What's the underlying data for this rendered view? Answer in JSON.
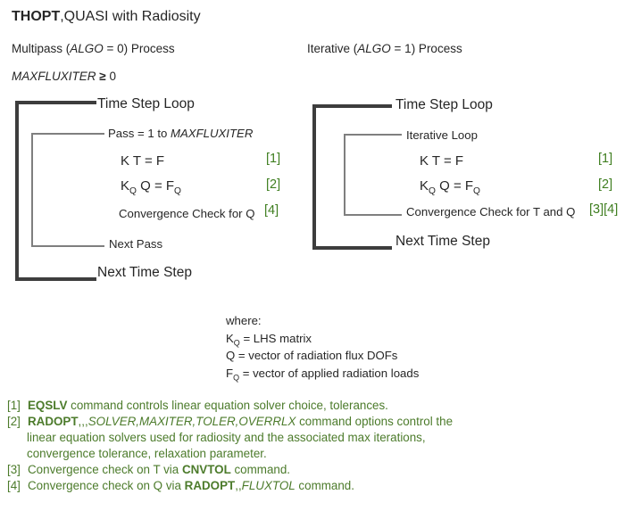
{
  "colors": {
    "text": "#262626",
    "reference_green": "#3f7e20",
    "footnote_green": "#4c7b2b",
    "bracket_dark": "#3d3d3d",
    "bracket_gray": "#7f7f7f",
    "background": "#ffffff"
  },
  "title": [
    {
      "t": "THOPT",
      "b": true
    },
    {
      "t": ",QUASI with Radiosity"
    }
  ],
  "left": {
    "heading": [
      {
        "t": "Multipass ("
      },
      {
        "t": "ALGO",
        "i": true
      },
      {
        "t": " = 0) Process"
      }
    ],
    "param": [
      {
        "t": "MAXFLUXITER",
        "i": true
      },
      {
        "t": " "
      },
      {
        "t": "≥",
        "b": true
      },
      {
        "t": " 0"
      }
    ],
    "loop_top": "Time Step Loop",
    "inner_top": [
      {
        "t": "Pass = 1 to "
      },
      {
        "t": "MAXFLUXITER",
        "i": true
      }
    ],
    "eq1": "K T = F",
    "eq1_ref": "[1]",
    "eq2": [
      {
        "t": "K"
      },
      {
        "t": "Q",
        "sub": true
      },
      {
        "t": " Q = F"
      },
      {
        "t": "Q",
        "sub": true
      }
    ],
    "eq2_ref": "[2]",
    "conv": "Convergence Check for Q",
    "conv_ref": "[4]",
    "inner_bottom": "Next Pass",
    "loop_bottom": "Next Time Step"
  },
  "right": {
    "heading": [
      {
        "t": "Iterative ("
      },
      {
        "t": "ALGO",
        "i": true
      },
      {
        "t": " = 1) Process"
      }
    ],
    "loop_top": "Time Step Loop",
    "inner_top": "Iterative Loop",
    "eq1": "K T = F",
    "eq1_ref": "[1]",
    "eq2": [
      {
        "t": "K"
      },
      {
        "t": "Q",
        "sub": true
      },
      {
        "t": " Q = F"
      },
      {
        "t": "Q",
        "sub": true
      }
    ],
    "eq2_ref": "[2]",
    "conv": "Convergence Check for T and Q",
    "conv_ref": "[3][4]",
    "loop_bottom": "Next Time Step"
  },
  "where": {
    "lines": [
      [
        {
          "t": "where:"
        }
      ],
      [
        {
          "t": "K"
        },
        {
          "t": "Q",
          "sub": true
        },
        {
          "t": " = LHS matrix"
        }
      ],
      [
        {
          "t": "Q = vector of radiation flux DOFs"
        }
      ],
      [
        {
          "t": "F"
        },
        {
          "t": "Q",
          "sub": true
        },
        {
          "t": " = vector of applied radiation loads"
        }
      ]
    ]
  },
  "footnotes": [
    {
      "marker": "[1]",
      "indent": false,
      "segs": [
        {
          "t": "EQSLV",
          "b": true
        },
        {
          "t": " command controls linear equation solver choice, tolerances."
        }
      ]
    },
    {
      "marker": "[2]",
      "indent": false,
      "segs": [
        {
          "t": "RADOPT",
          "b": true
        },
        {
          "t": ",,,"
        },
        {
          "t": "SOLVER,MAXITER,TOLER,OVERRLX",
          "i": true
        },
        {
          "t": " command options control the"
        }
      ]
    },
    {
      "marker": "",
      "indent": true,
      "segs": [
        {
          "t": "linear equation solvers used for radiosity and the associated max iterations,"
        }
      ]
    },
    {
      "marker": "",
      "indent": true,
      "segs": [
        {
          "t": "convergence tolerance, relaxation parameter."
        }
      ]
    },
    {
      "marker": "[3]",
      "indent": false,
      "segs": [
        {
          "t": "Convergence check on T via "
        },
        {
          "t": "CNVTOL",
          "b": true
        },
        {
          "t": " command."
        }
      ]
    },
    {
      "marker": "[4]",
      "indent": false,
      "segs": [
        {
          "t": "Convergence check on Q via "
        },
        {
          "t": "RADOPT",
          "b": true
        },
        {
          "t": ",,"
        },
        {
          "t": "FLUXTOL",
          "i": true
        },
        {
          "t": " command."
        }
      ]
    }
  ]
}
